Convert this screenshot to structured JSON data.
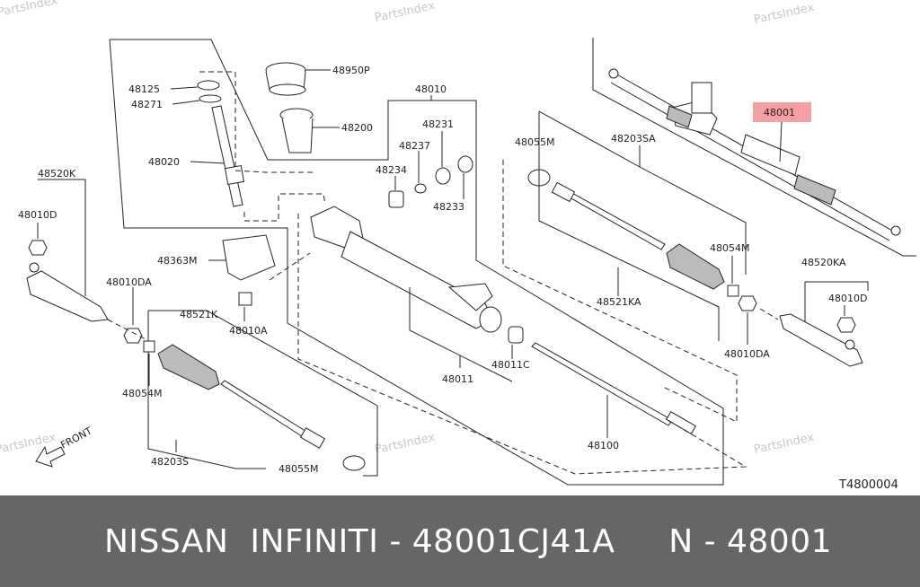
{
  "watermark": "PartsIndex",
  "diagram_code": "T4800004",
  "front_label": "FRONT",
  "highlight_color": "#f4a0a0",
  "banner": {
    "text": "NISSAN  INFINITI - 48001CJ41A     N - 48001",
    "background": "#666666"
  },
  "labels": {
    "p48950P": "48950P",
    "p48125": "48125",
    "p48271": "48271",
    "p48010": "48010",
    "p48200": "48200",
    "p48231": "48231",
    "p48237": "48237",
    "p48020": "48020",
    "p48234": "48234",
    "p48233": "48233",
    "p48520K": "48520K",
    "p48010D_left": "48010D",
    "p48363M": "48363M",
    "p48010DA_left": "48010DA",
    "p48010A": "48010A",
    "p48521K": "48521K",
    "p48054M_left": "48054M",
    "p48203S": "48203S",
    "p48055M_left": "48055M",
    "p48001": "48001",
    "p48055M_right": "48055M",
    "p48203SA": "48203SA",
    "p48054M_right": "48054M",
    "p48520KA": "48520KA",
    "p48010D_right": "48010D",
    "p48521KA": "48521KA",
    "p48010DA_right": "48010DA",
    "p48011": "48011",
    "p48011C": "48011C",
    "p48100": "48100"
  }
}
